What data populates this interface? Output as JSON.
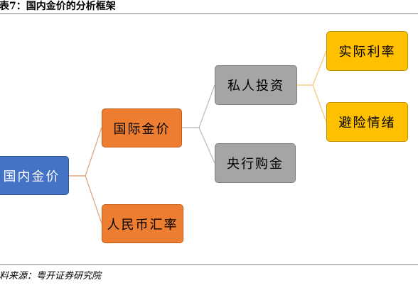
{
  "title": "表7：国内金价的分析框架",
  "source": "料来源：粤开证券研究院",
  "nodes": {
    "root": "国内金价",
    "intl": "国际金价",
    "rmb": "人民币汇率",
    "private": "私人投资",
    "central": "央行购金",
    "rate": "实际利率",
    "safe": "避险情绪"
  },
  "colors": {
    "blue": "#4472c4",
    "orange": "#ed7d31",
    "gray": "#a5a5a5",
    "gold": "#ffc000"
  }
}
